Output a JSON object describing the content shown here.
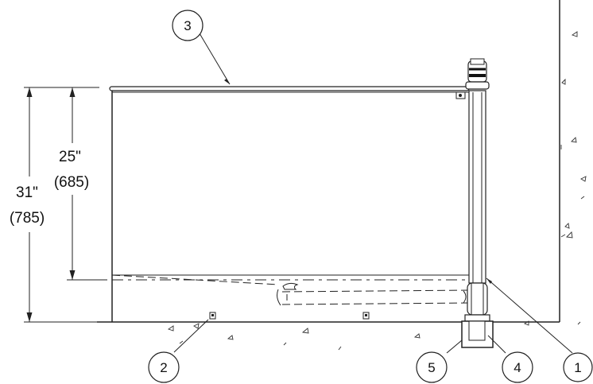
{
  "dimensions": {
    "outer": {
      "imperial": "31\"",
      "metric": "(785)"
    },
    "inner": {
      "imperial": "25\"",
      "metric": "(685)"
    }
  },
  "callouts": [
    {
      "number": "1"
    },
    {
      "number": "2"
    },
    {
      "number": "3"
    },
    {
      "number": "4"
    },
    {
      "number": "5"
    }
  ]
}
